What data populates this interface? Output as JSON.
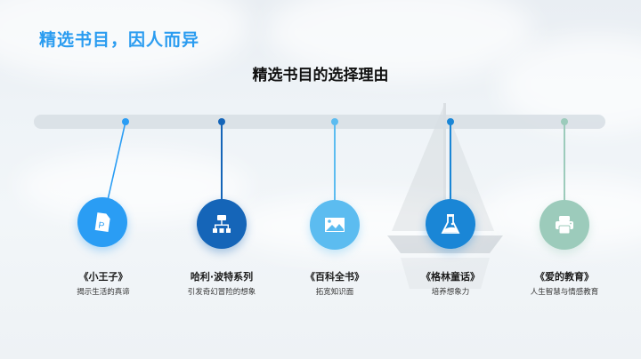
{
  "slide": {
    "title": "精选书目，因人而异",
    "subtitle": "精选书目的选择理由"
  },
  "colors": {
    "title_accent": "#2a9cf0",
    "track": "#d7dee4"
  },
  "books": [
    {
      "title": "《小王子》",
      "description": "揭示生活的真谛",
      "icon": "document-p-icon",
      "color": "#2a9df4"
    },
    {
      "title": "哈利·波特系列",
      "description": "引发奇幻冒险的想象",
      "icon": "sitemap-icon",
      "color": "#1565b8"
    },
    {
      "title": "《百科全书》",
      "description": "拓宽知识面",
      "icon": "image-icon",
      "color": "#5cbcf0"
    },
    {
      "title": "《格林童话》",
      "description": "培养想象力",
      "icon": "flask-icon",
      "color": "#1a86d6"
    },
    {
      "title": "《爱的教育》",
      "description": "人生智慧与情感教育",
      "icon": "printer-icon",
      "color": "#9ccbbb"
    }
  ]
}
